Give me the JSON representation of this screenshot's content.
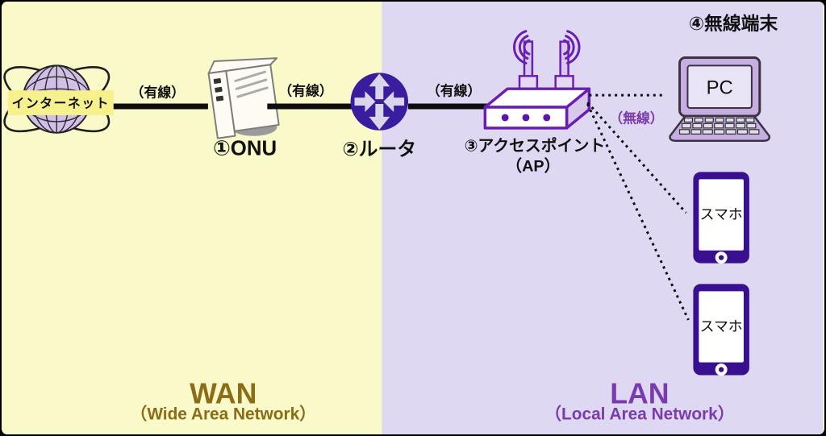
{
  "regions": {
    "wan": {
      "title": "WAN",
      "subtitle": "（Wide Area  Network）"
    },
    "lan": {
      "title": "LAN",
      "subtitle": "（Local Area Network）"
    }
  },
  "nodes": {
    "internet": {
      "label": "インターネット"
    },
    "onu": {
      "label": "①ONU"
    },
    "router": {
      "label": "②ルータ"
    },
    "ap": {
      "label_line1": "③アクセスポイント",
      "label_line2": "（AP）"
    },
    "terminals_heading": "④無線端末",
    "pc": {
      "label": "PC"
    },
    "phone1": {
      "label": "スマホ"
    },
    "phone2": {
      "label": "スマホ"
    }
  },
  "links": {
    "wired_label": "（有線）",
    "wireless_label": "（無線）"
  },
  "icons": {
    "globe": "internet-globe-icon",
    "onu": "onu-modem-icon",
    "router": "router-icon",
    "ap": "access-point-icon",
    "pc": "laptop-icon",
    "phone": "smartphone-icon"
  },
  "colors": {
    "wan_bg": "#FAF9C9",
    "lan_bg": "#DED8F2",
    "wan_text": "#8A6D16",
    "lan_text": "#7B3BAF",
    "wire": "#0D0D0D",
    "router_fill": "#3A1D9E",
    "router_arrow": "#D9D5EC",
    "device_purple": "#6A1EB4",
    "ap_dot": "#5A17A6",
    "phone_fill": "#38108F",
    "globe_fill": "#D2BFE7",
    "internet_label_bg": "#F6F18C",
    "wireless_text": "#7B3BAF",
    "pc_frame": "#C6AEE2",
    "pc_screen": "#E9E3F6"
  }
}
